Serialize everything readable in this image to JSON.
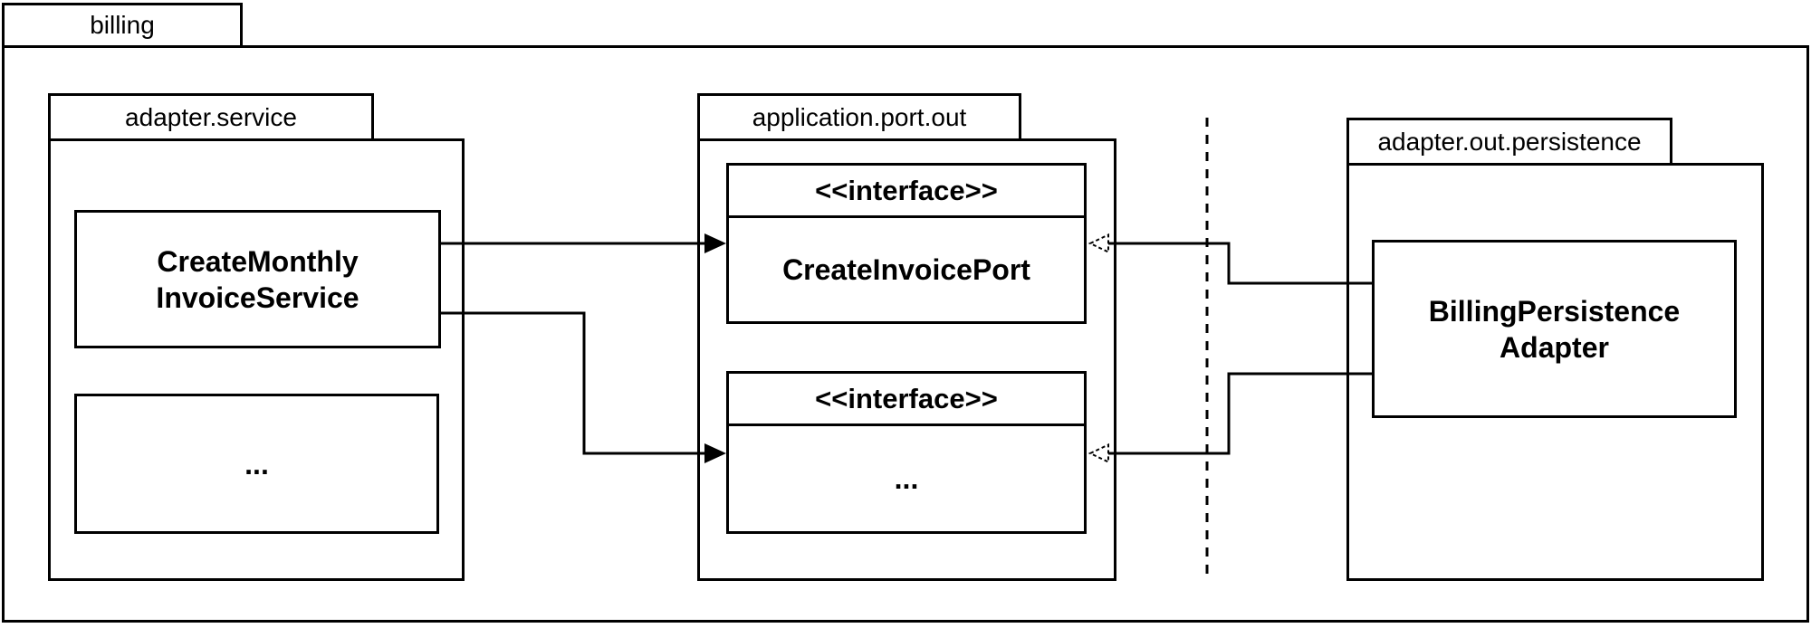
{
  "colors": {
    "stroke": "#000000",
    "background": "#ffffff"
  },
  "billing_package": {
    "label": "billing"
  },
  "packages": {
    "adapter_service": {
      "label": "adapter.service",
      "service_class": {
        "name": "CreateMonthlyInvoiceService",
        "display_lines": [
          "CreateMonthly",
          "InvoiceService"
        ]
      },
      "more_classes_box": {
        "label": "..."
      }
    },
    "application_port_out": {
      "label": "application.port.out",
      "create_invoice_port": {
        "stereotype": "<<interface>>",
        "name": "CreateInvoicePort"
      },
      "more_ports": {
        "stereotype": "<<interface>>",
        "name": "..."
      }
    },
    "adapter_out_persistence": {
      "label": "adapter.out.persistence",
      "persistence_adapter_class": {
        "name": "BillingPersistenceAdapter",
        "display_lines": [
          "BillingPersistence",
          "Adapter"
        ]
      }
    }
  },
  "relationships": [
    {
      "from": "CreateMonthlyInvoiceService",
      "to": "CreateInvoicePort",
      "style": "solid-line-filled-arrow"
    },
    {
      "from": "CreateMonthlyInvoiceService",
      "to": "...",
      "style": "solid-line-filled-arrow"
    },
    {
      "from": "BillingPersistenceAdapter",
      "to": "CreateInvoicePort",
      "style": "solid-line-open-arrow"
    },
    {
      "from": "BillingPersistenceAdapter",
      "to": "...",
      "style": "solid-line-open-arrow"
    }
  ]
}
